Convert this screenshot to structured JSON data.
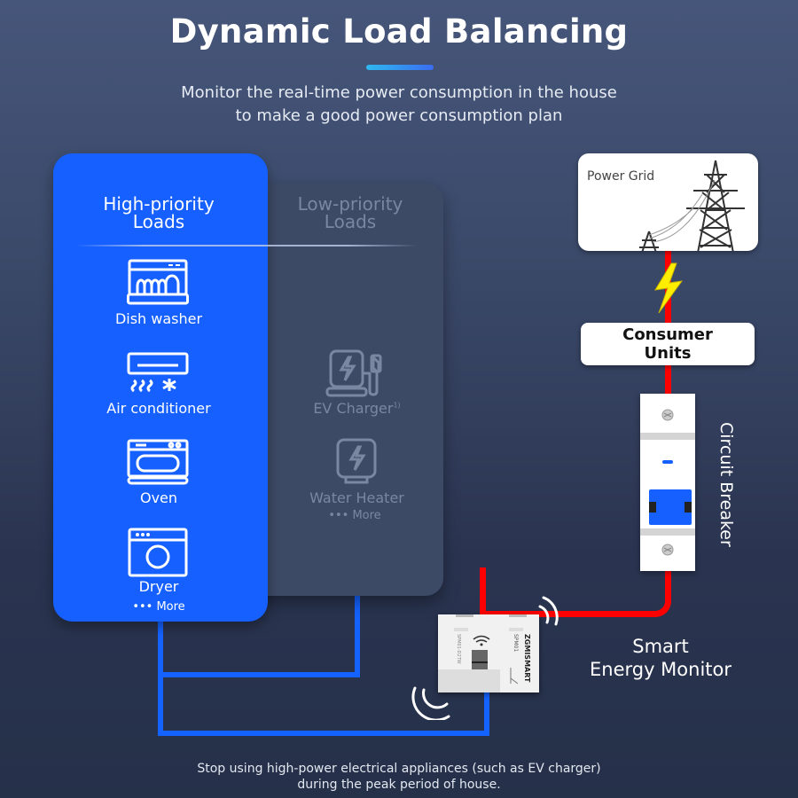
{
  "header": {
    "title": "Dynamic Load Balancing",
    "subtitle_line1": "Monitor the real-time power consumption in the house",
    "subtitle_line2": "to make a good power consumption plan"
  },
  "high_priority": {
    "heading_line1": "High-priority",
    "heading_line2": "Loads",
    "items": [
      {
        "label": "Dish washer",
        "icon": "dishwasher-icon"
      },
      {
        "label": "Air conditioner",
        "icon": "air-conditioner-icon"
      },
      {
        "label": "Oven",
        "icon": "oven-icon"
      },
      {
        "label": "Dryer",
        "icon": "dryer-icon"
      }
    ],
    "more": "••• More",
    "color": "#1560ff"
  },
  "low_priority": {
    "heading_line1": "Low-priority",
    "heading_line2": "Loads",
    "items": [
      {
        "label": "EV Charger",
        "superscript": "1)",
        "icon": "ev-charger-icon"
      },
      {
        "label": "Water Heater",
        "icon": "water-heater-icon"
      }
    ],
    "more": "••• More",
    "color": "#3d4a66"
  },
  "power_grid": {
    "label": "Power Grid",
    "icon": "transmission-tower-icon"
  },
  "consumer_units": {
    "line1": "Consumer",
    "line2": "Units"
  },
  "circuit_breaker": {
    "label": "Circuit Breaker"
  },
  "energy_monitor": {
    "label_line1": "Smart",
    "label_line2": "Energy Monitor",
    "brand": "ZGMISMART",
    "model": "SPM01",
    "model_variant": "SPM01-D2TW"
  },
  "footer": {
    "line1": "Stop using high-power electrical appliances (such as EV charger)",
    "line2": "during the peak period of house."
  },
  "colors": {
    "live_wire": "#ff0000",
    "load_wire": "#1462ff",
    "lightning": "#ffee00"
  }
}
